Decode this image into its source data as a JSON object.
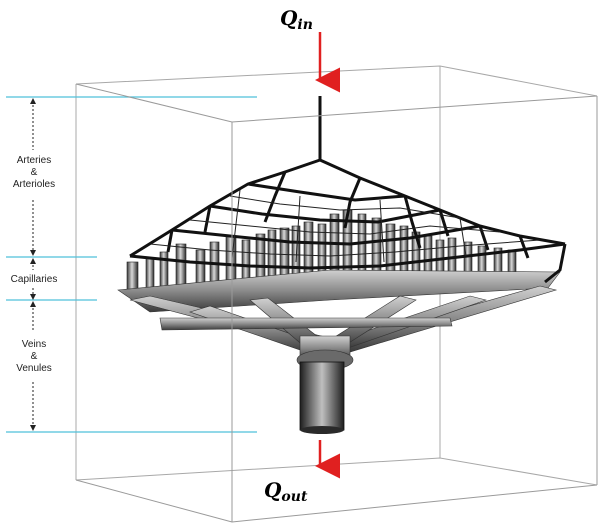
{
  "flow": {
    "inlet": {
      "symbol": "Q",
      "subscript": "in"
    },
    "outlet": {
      "symbol": "Q",
      "subscript": "out"
    }
  },
  "zones": {
    "arteries": {
      "line1": "Arteries",
      "line2": "&",
      "line3": "Arterioles"
    },
    "capillaries": {
      "label": "Capillaries"
    },
    "veins": {
      "line1": "Veins",
      "line2": "&",
      "line3": "Venules"
    }
  },
  "colors": {
    "flow_arrow": "#e02020",
    "zone_line": "#4fc1d9",
    "box_edge": "#9a9a9a",
    "arterial_tree": "#111111",
    "vessel_shade_dark": "#3a3a3a",
    "vessel_shade_light": "#cfcfcf"
  }
}
